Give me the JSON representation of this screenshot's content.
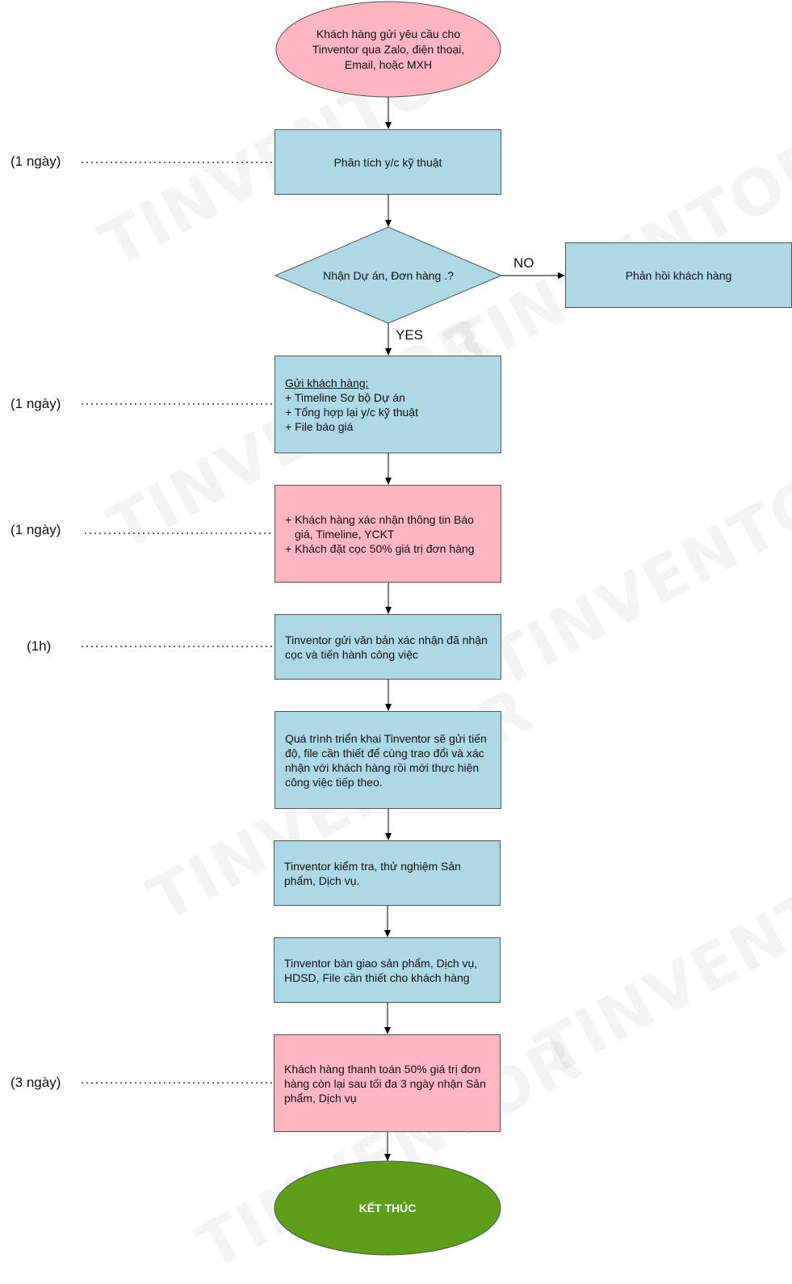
{
  "colors": {
    "blue": "#add8e6",
    "pink": "#ffb6c1",
    "green": "#5c9e1a",
    "stroke": "#555555"
  },
  "watermark": "TINVENTOR",
  "nodes": {
    "start": "Khách hàng gửi yêu cầu cho Tinventor qua Zalo, điện thoại, Email, hoặc MXH",
    "analyze": "Phân tích y/c kỹ thuật",
    "decision": "Nhận Dự án, Đơn hàng .?",
    "reply": "Phản hồi khách hàng",
    "send": {
      "heading": "Gửi khách hàng:",
      "lines": [
        "+ Timeline Sơ bộ Dự án",
        "+ Tổng hợp lại y/c kỹ thuật",
        "+ File báo giá"
      ]
    },
    "confirm": {
      "line1": "+ Khách hàng xác nhận thông tin Báo",
      "line1_cont": "giá, Timeline, YCKT",
      "line2": "+ Khách đặt cọc 50% giá trị đơn hàng"
    },
    "deposit": "Tinventor gửi văn bản xác nhận đã nhận cọc và tiến hành công việc",
    "process": "Quá trình triển khai Tinventor sẽ gửi tiến độ, file cần thiết để cùng trao đổi và xác nhận với khách hàng rồi mới thực hiện công việc tiếp theo.",
    "test": "Tinventor kiểm tra, thử nghiệm Sản phẩm, Dịch vụ.",
    "handover": "Tinventor bàn giao sản phẩm, Dịch vụ, HDSD, File cần thiết cho khách hàng",
    "payment": "Khách hàng thanh toán 50% giá trị đơn hàng còn lại sau tối đa 3 ngày nhận Sản phẩm, Dịch vụ",
    "end": "KẾT THÚC"
  },
  "branches": {
    "no": "NO",
    "yes": "YES"
  },
  "durations": {
    "analyze": "(1 ngày)",
    "send": "(1 ngày)",
    "confirm": "(1 ngày)",
    "deposit": "(1h)",
    "payment": "(3 ngày)"
  }
}
